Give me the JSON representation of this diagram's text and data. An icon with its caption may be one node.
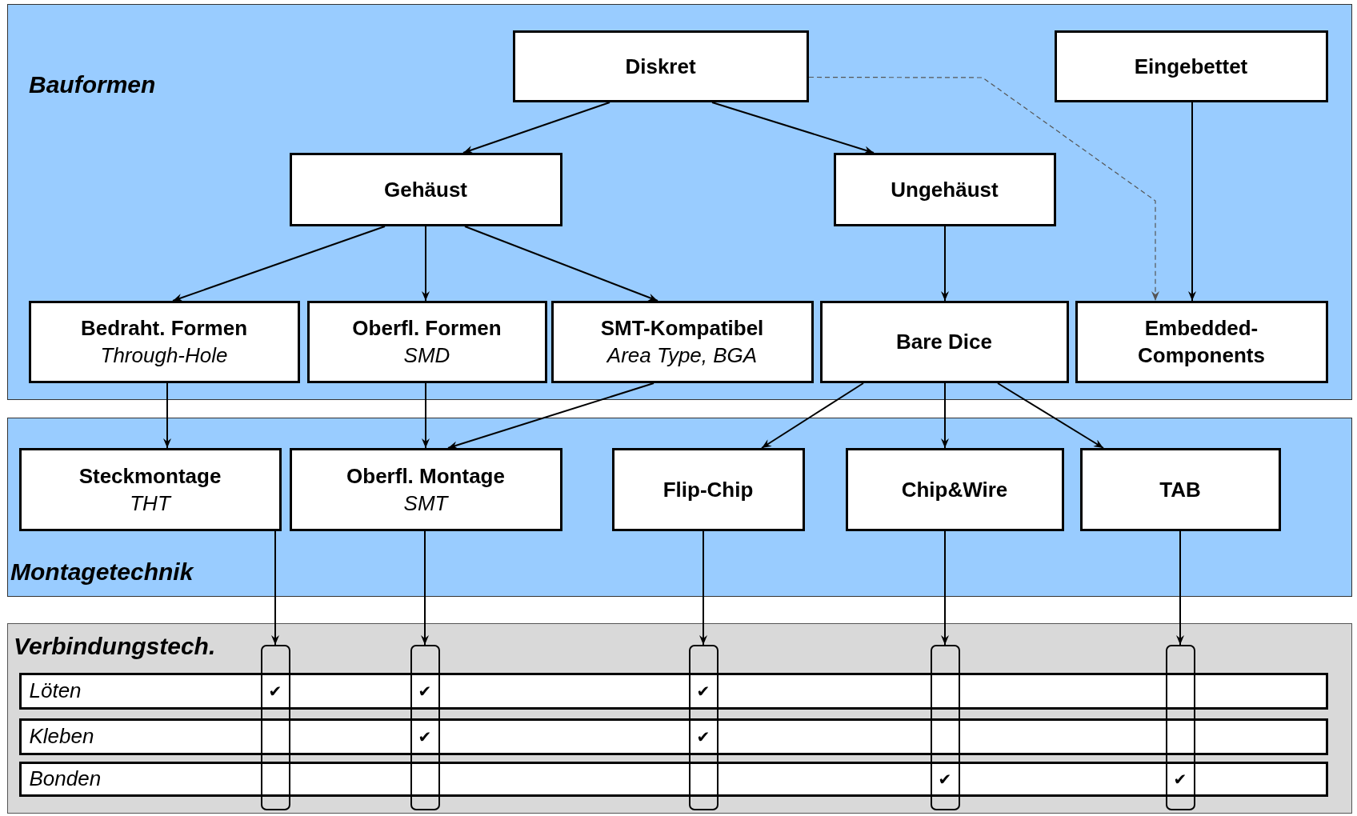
{
  "diagram": {
    "nodes": [
      {
        "text": [
          "Bauformen"
        ]
      },
      {
        "text": [
          "Montagetechnik"
        ]
      },
      {
        "text": [
          "Verbindungstech."
        ]
      },
      {
        "text": [
          "Diskret"
        ],
        "in": 0
      },
      {
        "text": [
          "Eingebettet"
        ],
        "in": 0
      },
      {
        "text": [
          "Gehäust"
        ],
        "in": 0
      },
      {
        "text": [
          "Ungehäust"
        ],
        "in": 0
      },
      {
        "text": [
          "Bedraht. Formen",
          "Through-Hole"
        ],
        "in": 0
      },
      {
        "text": [
          "Oberfl. Formen",
          "SMD"
        ],
        "in": 0
      },
      {
        "text": [
          "SMT-Kompatibel",
          "Area Type, BGA"
        ],
        "in": 0
      },
      {
        "text": [
          "Bare Dice"
        ],
        "in": 0
      },
      {
        "text": [
          "Embedded- Components"
        ],
        "in": 0
      },
      {
        "text": [
          "Steckmontage",
          "THT"
        ],
        "in": 1
      },
      {
        "text": [
          "Oberfl. Montage",
          "SMT"
        ],
        "in": 1
      },
      {
        "text": [
          "Flip-Chip"
        ],
        "in": 1
      },
      {
        "text": [
          "Chip&Wire"
        ],
        "in": 1
      },
      {
        "text": [
          "TAB"
        ],
        "in": 1
      },
      {
        "text": [
          "Löten"
        ],
        "in": 2
      },
      {
        "text": [
          "Kleben"
        ],
        "in": 2
      },
      {
        "text": [
          "Bonden"
        ],
        "in": 2
      },
      {
        "text": [
          "✔"
        ],
        "in": 2
      },
      {
        "text": [
          "✔",
          "✔"
        ],
        "in": 2
      },
      {
        "text": [
          "✔",
          "✔"
        ],
        "in": 2
      },
      {
        "text": [
          "✔"
        ],
        "in": 2
      },
      {
        "text": [
          "✔"
        ],
        "in": 2
      }
    ],
    "edges": [
      {
        "from": 3,
        "to": 5,
        "arrow": "to"
      },
      {
        "from": 3,
        "to": 6,
        "arrow": "to"
      },
      {
        "from": 3,
        "to": 11,
        "arrow": "to",
        "style": "dashed",
        "color": "#555555"
      },
      {
        "from": 4,
        "to": 11,
        "arrow": "to"
      },
      {
        "from": 5,
        "to": 7,
        "arrow": "to"
      },
      {
        "from": 5,
        "to": 8,
        "arrow": "to"
      },
      {
        "from": 5,
        "to": 9,
        "arrow": "to"
      },
      {
        "from": 6,
        "to": 10,
        "arrow": "to"
      },
      {
        "from": 7,
        "to": 12,
        "arrow": "to"
      },
      {
        "from": 8,
        "to": 13,
        "arrow": "to"
      },
      {
        "from": 9,
        "to": 13,
        "arrow": "to"
      },
      {
        "from": 10,
        "to": 14,
        "arrow": "to"
      },
      {
        "from": 10,
        "to": 15,
        "arrow": "to"
      },
      {
        "from": 10,
        "to": 16,
        "arrow": "to"
      },
      {
        "from": 12,
        "to": 20,
        "arrow": "to"
      },
      {
        "from": 13,
        "to": 21,
        "arrow": "to"
      },
      {
        "from": 14,
        "to": 22,
        "arrow": "to"
      },
      {
        "from": 15,
        "to": 23,
        "arrow": "to"
      },
      {
        "from": 16,
        "to": 24,
        "arrow": "to"
      }
    ]
  }
}
